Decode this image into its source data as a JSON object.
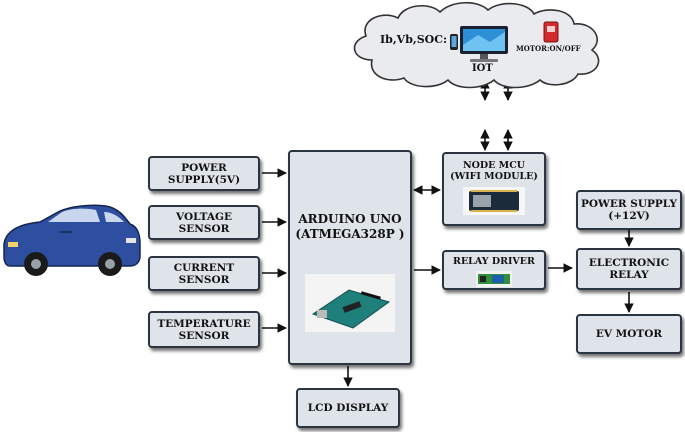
{
  "cloud": {
    "params": "Ib,Vb,SOC:",
    "label": "IOT",
    "motor_label": "MOTOR:ON/OFF"
  },
  "inputs": {
    "power_supply": "POWER\nSUPPLY(5V)",
    "voltage_sensor": "VOLTAGE\nSENSOR",
    "current_sensor": "CURRENT\nSENSOR",
    "temperature_sensor": "TEMPERATURE\nSENSOR"
  },
  "controller": {
    "name": "ARDUINO UNO",
    "chip": "(ATMEGA328P )"
  },
  "node_mcu": "NODE MCU\n(WIFI MODULE)",
  "relay_driver": "RELAY DRIVER",
  "power_supply_12v": "POWER SUPPLY\n(+12V)",
  "electronic_relay": "ELECTRONIC\nRELAY",
  "ev_motor": "EV MOTOR",
  "lcd_display": "LCD DISPLAY",
  "colors": {
    "box_fill": "#dfe3ea",
    "box_border": "#2b3440",
    "car_body": "#2e4fa0",
    "cloud_fill": "#e9ebef",
    "arduino_board": "#1f7f7a",
    "motor_switch": "#d22b2b"
  },
  "icons": [
    "car-icon",
    "cloud-icon",
    "computer-icon",
    "phone-icon",
    "motor-switch-icon",
    "arduino-board-icon",
    "node-mcu-board-icon",
    "relay-board-icon"
  ]
}
